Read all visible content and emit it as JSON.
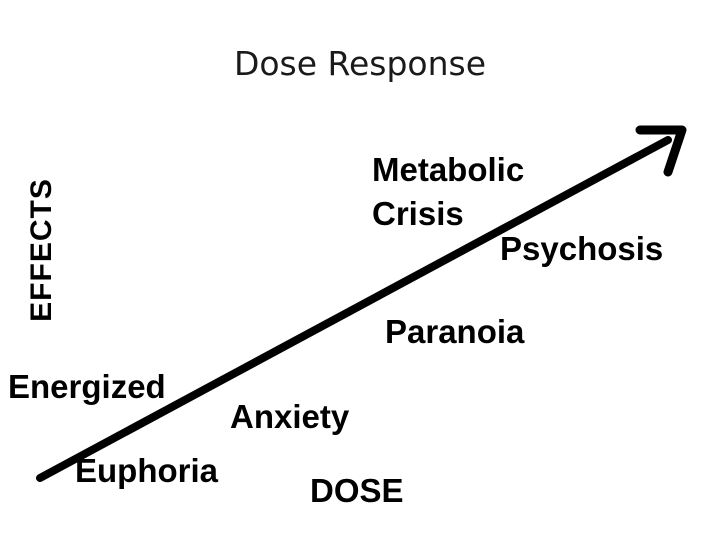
{
  "title": "Dose Response",
  "y_axis_label": "EFFECTS",
  "x_axis_label": "DOSE",
  "effects": {
    "energized": "Energized",
    "euphoria": "Euphoria",
    "anxiety": "Anxiety",
    "paranoia": "Paranoia",
    "psychosis": "Psychosis",
    "metabolic_line1": "Metabolic",
    "metabolic_line2": "Crisis"
  },
  "arrow_color": "#000000"
}
